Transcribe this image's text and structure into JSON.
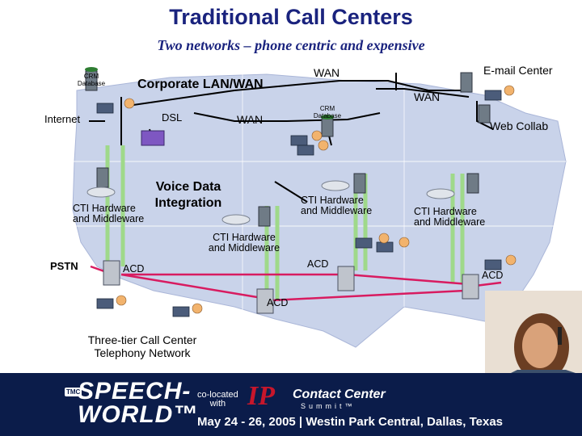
{
  "header": {
    "title": "Traditional Call Centers",
    "subtitle": "Two networks – phone centric and expensive"
  },
  "labels": {
    "crm_database_left": "CRM\nDatabase",
    "corporate_lan_wan": "Corporate LAN/WAN",
    "wan_top": "WAN",
    "email_center": "E-mail Center",
    "wan_right": "WAN",
    "internet": "Internet",
    "dsl": "DSL",
    "wan_mid": "WAN",
    "crm_database_mid": "CRM\nDatabase",
    "web_collab": "Web Collab",
    "voice_data_integration": "Voice Data\nIntegration",
    "cti_left": "CTI Hardware\nand Middleware",
    "cti_mid": "CTI Hardware\nand Middleware",
    "cti_right": "CTI Hardware\nand Middleware",
    "cti_center": "CTI Hardware\nand Middleware",
    "pstn": "PSTN",
    "acd_left": "ACD",
    "acd_mid": "ACD",
    "acd_right": "ACD",
    "acd_bottom": "ACD",
    "three_tier": "Three-tier Call Center\nTelephony Network"
  },
  "banner": {
    "logo_tag": "TMC",
    "speech_world": "SPEECH-\nWORLD™",
    "co_located": "co-located\nwith",
    "ip": "IP",
    "contact_center": "Contact Center",
    "summit": "Summit™",
    "dates": "May 24 - 26, 2005   |  Westin Park Central, Dallas, Texas"
  },
  "colors": {
    "title": "#1a237e",
    "map_fill": "#c9d3ea",
    "lan_line": "#000000",
    "voice_line": "#9fd98a",
    "pstn_line": "#d81b60",
    "banner_bg": "#0b1c4a",
    "ip_red": "#c7162b"
  },
  "icons": [
    "server-icon",
    "workstation-icon",
    "agent-icon",
    "cd-icon",
    "acd-switch-icon",
    "router-icon",
    "headset-woman-photo"
  ]
}
